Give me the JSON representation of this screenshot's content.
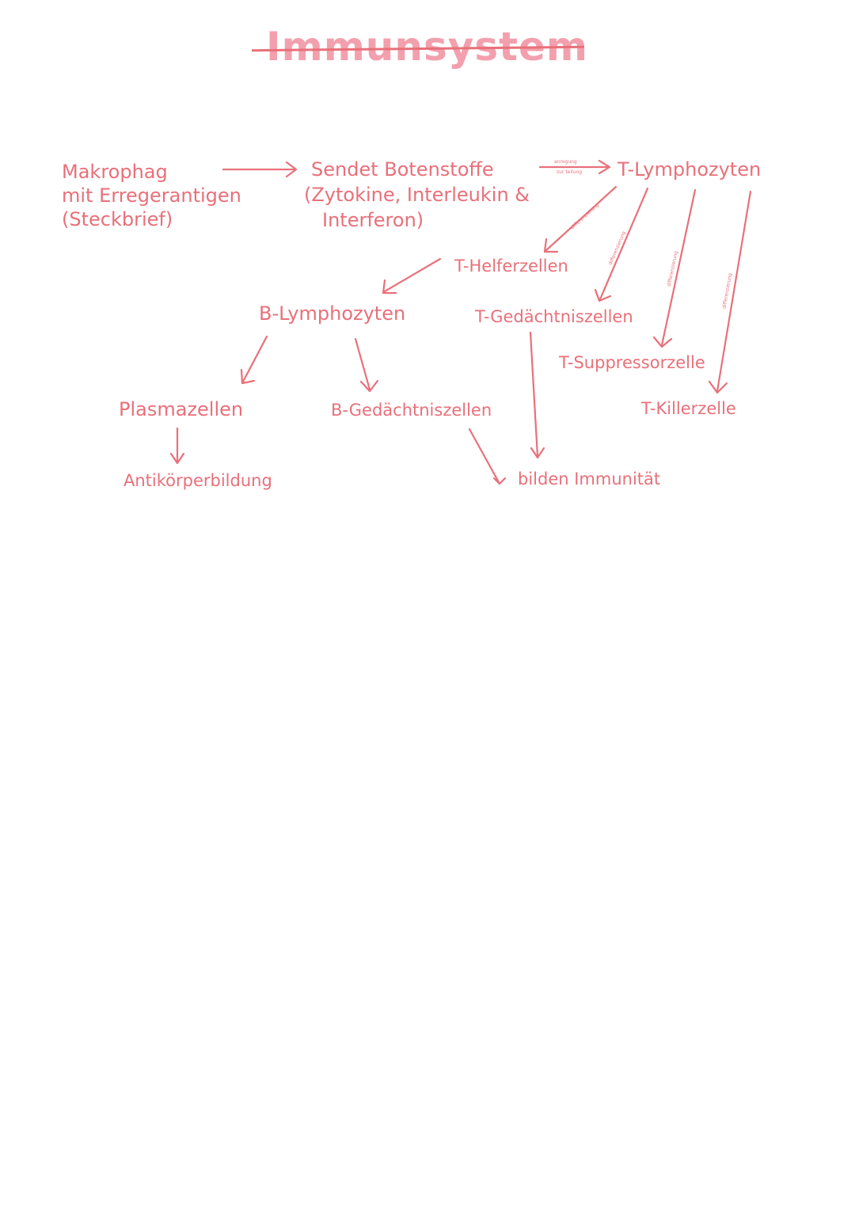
{
  "title": "Immunsystem",
  "nodes": {
    "makrophag_line1": "Makrophag",
    "makrophag_line2": "mit Erregerantigen",
    "makrophag_line3": "(Steckbrief)",
    "botenstoffe_line1": "Sendet Botenstoffe",
    "botenstoffe_line2": "(Zytokine, Interleukin &",
    "botenstoffe_line3": "Interferon)",
    "t_lymphozyten": "T-Lymphozyten",
    "t_helferzellen": "T-Helferzellen",
    "b_lymphozyten": "B-Lymphozyten",
    "t_gedaechtniszellen": "T-Gedächtniszellen",
    "t_suppressorzelle": "T-Suppressorzelle",
    "plasmazellen": "Plasmazellen",
    "b_gedaechtniszellen": "B-Gedächtniszellen",
    "t_killerzelle": "T-Killerzelle",
    "antikoerperbildung": "Antikörperbildung",
    "immunitaet": "bilden Immunität"
  },
  "edge_labels": {
    "anregung_line1": "anregung",
    "anregung_line2": "zur teilung",
    "differenzierung": "differenzierung"
  },
  "colors": {
    "ink": "#e8707a",
    "title": "#f3a0ae"
  }
}
